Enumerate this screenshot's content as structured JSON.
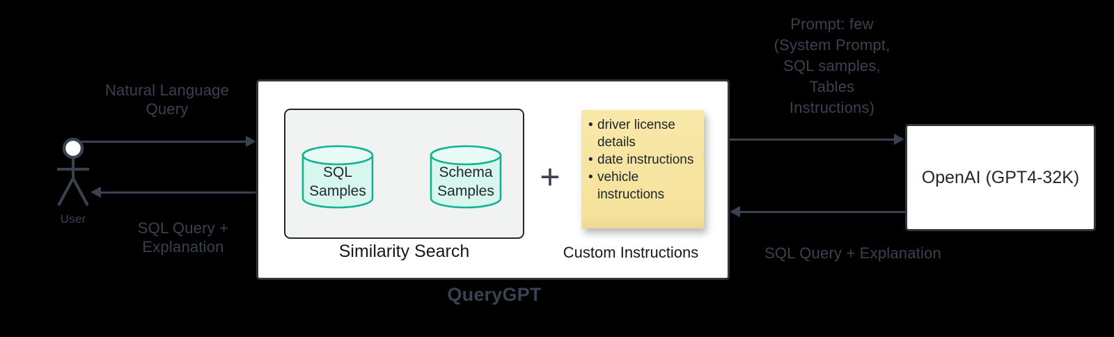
{
  "colors": {
    "background": "#000000",
    "line_and_label": "#3a424f",
    "box_border": "#2f363d",
    "database_stroke": "#12b394",
    "database_fill": "#d7f6ee",
    "note_fill": "#f5e29c"
  },
  "actor": {
    "label": "User"
  },
  "labels": {
    "natural_language_query": {
      "line1": "Natural Language",
      "line2": "Query"
    },
    "sql_return_left": {
      "line1": "SQL Query +",
      "line2": "Explanation"
    },
    "prompt": {
      "line1": "Prompt: few",
      "line2": "(System Prompt,",
      "line3": "SQL samples,",
      "line4": "Tables",
      "line5": "Instructions)"
    },
    "sql_return_right": "SQL Query + Explanation",
    "system_name": "QueryGPT"
  },
  "querygpt_box": {
    "similarity_search": {
      "title": "Similarity Search",
      "databases": [
        "SQL Samples",
        "Schema Samples"
      ]
    },
    "plus_sign": "+",
    "custom_instructions": {
      "title": "Custom Instructions",
      "bullet": "•",
      "items": [
        "driver license details",
        "date instructions",
        "vehicle instructions"
      ]
    }
  },
  "openai_box": {
    "label": "OpenAI (GPT4-32K)"
  }
}
